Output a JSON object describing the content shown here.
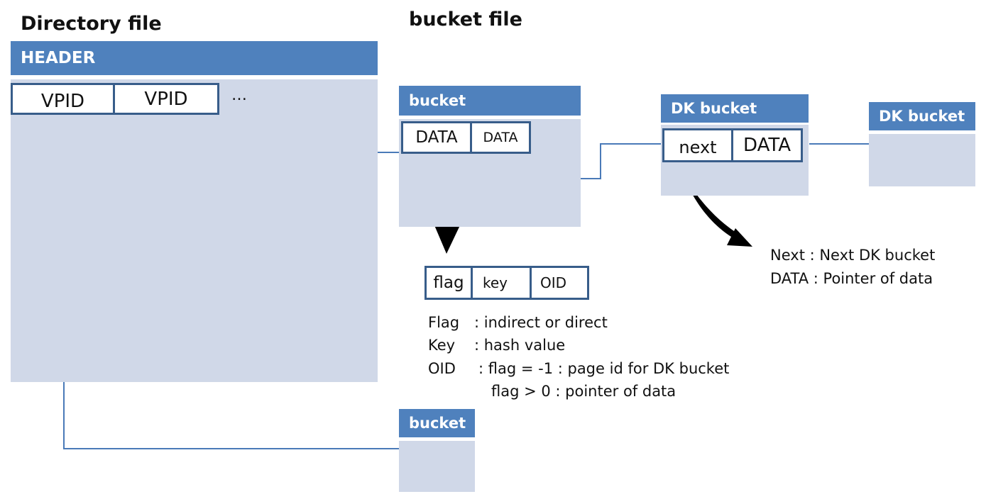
{
  "titles": {
    "directory": "Directory file",
    "bucket_file": "bucket file"
  },
  "directory": {
    "header": "HEADER",
    "cells": [
      "VPID",
      "VPID"
    ],
    "ellipsis": "…"
  },
  "bucket_main": {
    "header": "bucket",
    "cells": [
      "DATA",
      "DATA"
    ]
  },
  "bucket_lower": {
    "header": "bucket"
  },
  "dk_bucket_1": {
    "header": "DK bucket",
    "cells": [
      "next",
      "DATA"
    ]
  },
  "dk_bucket_2": {
    "header": "DK bucket"
  },
  "record": {
    "cells": [
      "flag",
      "key",
      "OID"
    ]
  },
  "record_legend": {
    "flag_term": "Flag",
    "flag_desc": ": indirect or direct",
    "key_term": "Key",
    "key_desc": ": hash value",
    "oid_term": "OID",
    "oid_desc": ": flag = -1 : page id for DK bucket",
    "oid_desc2": "flag > 0 : pointer of data"
  },
  "dk_legend": {
    "next_line": "Next : Next DK bucket",
    "data_line": "DATA  :  Pointer of data"
  },
  "colors": {
    "header_blue": "#4f81bd",
    "body_fill": "#d0d8e8",
    "cell_border": "#385d8a",
    "connector": "#4a7ab8",
    "arrow": "#000000"
  }
}
